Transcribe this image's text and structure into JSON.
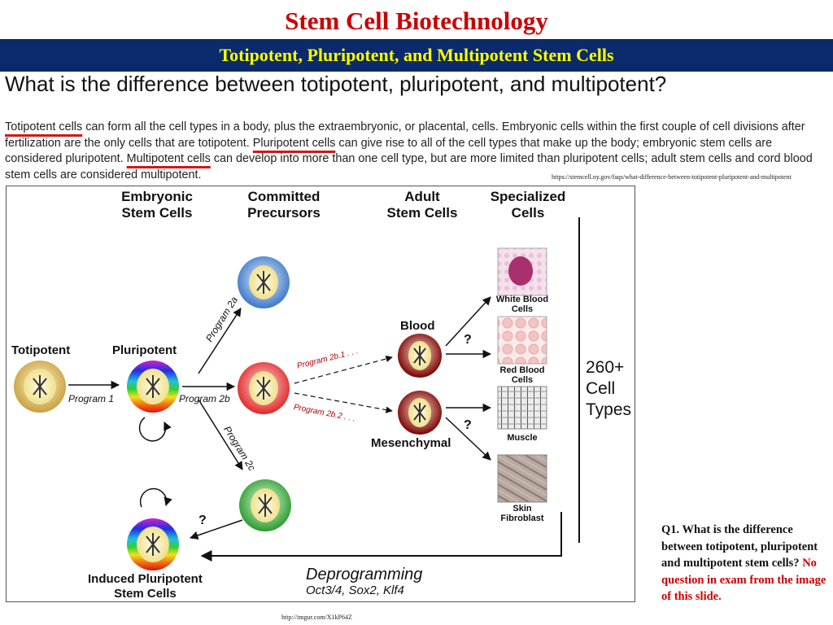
{
  "slide": {
    "title": "Stem Cell Biotechnology",
    "subtitle": "Totipotent, Pluripotent, and Multipotent Stem Cells",
    "question": "What is the difference between totipotent, pluripotent, and multipotent?"
  },
  "paragraph": {
    "kw1": "Totipotent cells",
    "t1": " can form all the cell types in a body, plus the extraembryonic, or placental, cells. Embryonic cells within the first couple of cell divisions after fertilization are the only cells that are totipotent. ",
    "kw2": "Pluripotent cells",
    "t2": " can give rise to all of the cell types that make up the body; embryonic stem cells are considered pluripotent. ",
    "kw3": "Multipotent cells",
    "t3": " can develop into more than one cell type, but are more limited than pluripotent cells; adult stem cells and cord blood stem cells are considered multipotent."
  },
  "sources": {
    "text_source": "https://stemcell.ny.gov/faqs/what-difference-between-totipotent-pluripotent-and-multipotent",
    "image_source": "http://imgur.com/X1kP64Z"
  },
  "diagram": {
    "headers": {
      "embryonic": "Embryonic\nStem Cells",
      "committed": "Committed\nPrecursors",
      "adult": "Adult\nStem Cells",
      "specialized": "Specialized\nCells"
    },
    "stages": {
      "totipotent": "Totipotent",
      "pluripotent": "Pluripotent",
      "blood": "Blood",
      "mesenchymal": "Mesenchymal",
      "induced": "Induced Pluripotent\nStem Cells"
    },
    "programs": {
      "p1": "Program 1",
      "p2a": "Program 2a",
      "p2b": "Program 2b",
      "p2c": "Program 2c",
      "p2b1": "Program 2b.1 . . .",
      "p2b2": "Program 2b.2 . . ."
    },
    "specialized": {
      "wbc": "White Blood\nCells",
      "rbc": "Red Blood\nCells",
      "muscle": "Muscle",
      "skin": "Skin\nFibroblast"
    },
    "question_mark": "?",
    "cell_types": "260+\nCell\nTypes",
    "deprogramming": "Deprogramming",
    "factors": "Oct3/4, Sox2, Klf4"
  },
  "exam_note": {
    "question": "Q1. What is the difference between totipotent, pluripotent and multipotent stem cells?",
    "note": "No question in exam from the image of this slide."
  },
  "colors": {
    "title_red": "#cc0000",
    "banner_blue": "#0b2a6b",
    "banner_text": "#ffff00",
    "underline_red": "#d01818"
  }
}
